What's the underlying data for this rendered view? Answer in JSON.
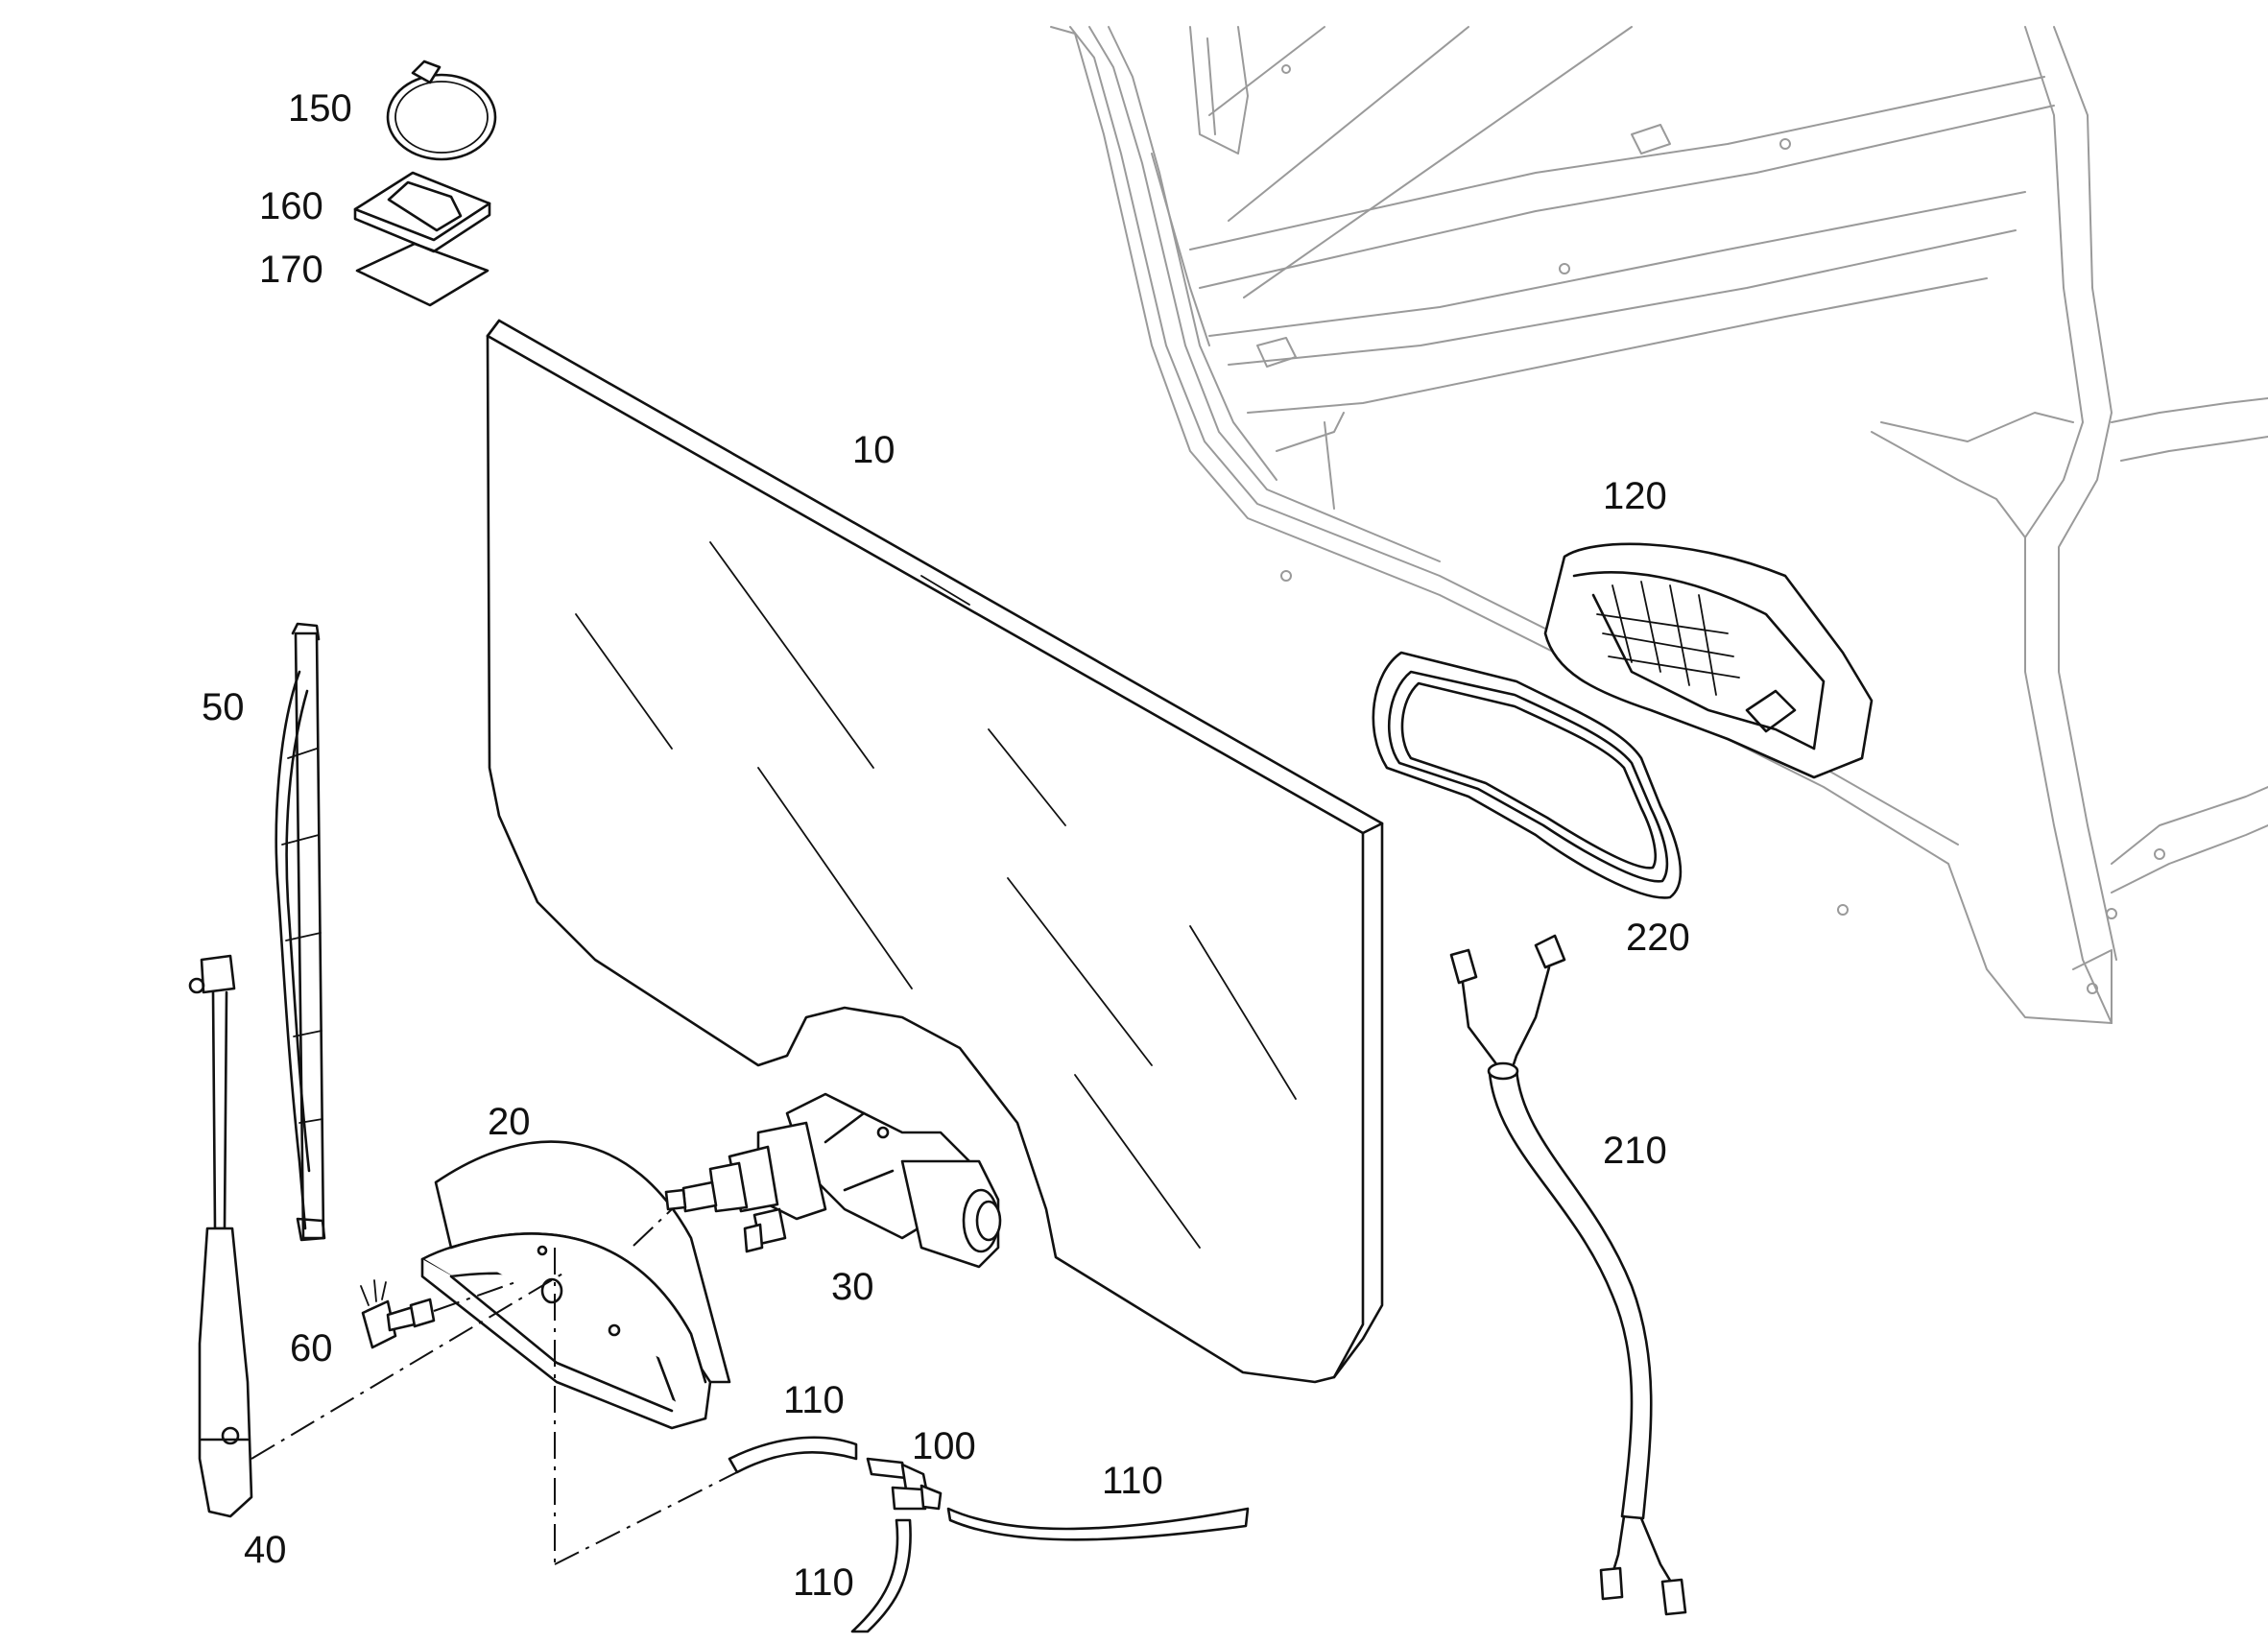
{
  "callouts": {
    "c10": "10",
    "c20": "20",
    "c30": "30",
    "c40": "40",
    "c50": "50",
    "c60": "60",
    "c100": "100",
    "c110_top": "110",
    "c110_right": "110",
    "c110_bottom": "110",
    "c120": "120",
    "c150": "150",
    "c160": "160",
    "c170": "170",
    "c210": "210",
    "c220": "220"
  },
  "colors": {
    "line": "#111111",
    "background_frame": "#9a9a9a",
    "paper": "#ffffff"
  }
}
